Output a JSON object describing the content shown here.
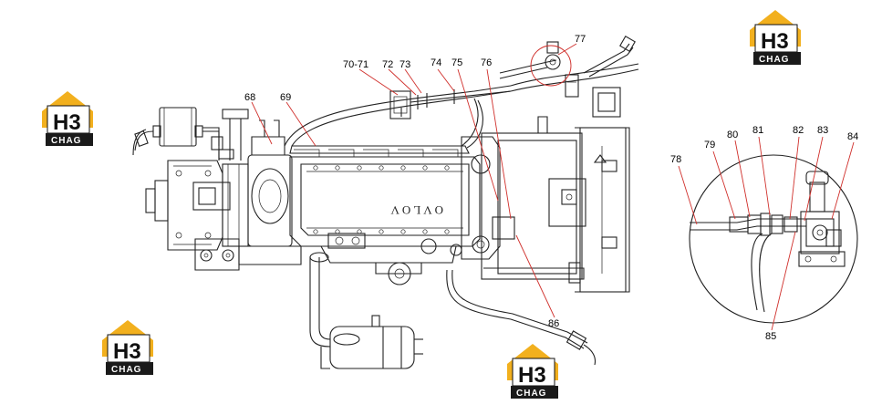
{
  "diagram": {
    "engine_label": "OVLOV",
    "callouts": [
      {
        "id": "c68",
        "text": "68"
      },
      {
        "id": "c69",
        "text": "69"
      },
      {
        "id": "c70",
        "text": "70-71"
      },
      {
        "id": "c72",
        "text": "72"
      },
      {
        "id": "c73",
        "text": "73"
      },
      {
        "id": "c74",
        "text": "74"
      },
      {
        "id": "c75",
        "text": "75"
      },
      {
        "id": "c76",
        "text": "76"
      },
      {
        "id": "c77",
        "text": "77"
      },
      {
        "id": "c78",
        "text": "78"
      },
      {
        "id": "c79",
        "text": "79"
      },
      {
        "id": "c80",
        "text": "80"
      },
      {
        "id": "c81",
        "text": "81"
      },
      {
        "id": "c82",
        "text": "82"
      },
      {
        "id": "c83",
        "text": "83"
      },
      {
        "id": "c84",
        "text": "84"
      },
      {
        "id": "c85",
        "text": "85"
      },
      {
        "id": "c86",
        "text": "86"
      }
    ]
  },
  "watermark": {
    "top": "H3",
    "bottom": "CHAG",
    "colors": {
      "roof": "#f2b01e",
      "body": "#111111",
      "band": "#1a1a1a",
      "text": "#ffffff"
    }
  },
  "colors": {
    "line": "#222222",
    "leader": "#d0302c",
    "background": "#ffffff"
  }
}
